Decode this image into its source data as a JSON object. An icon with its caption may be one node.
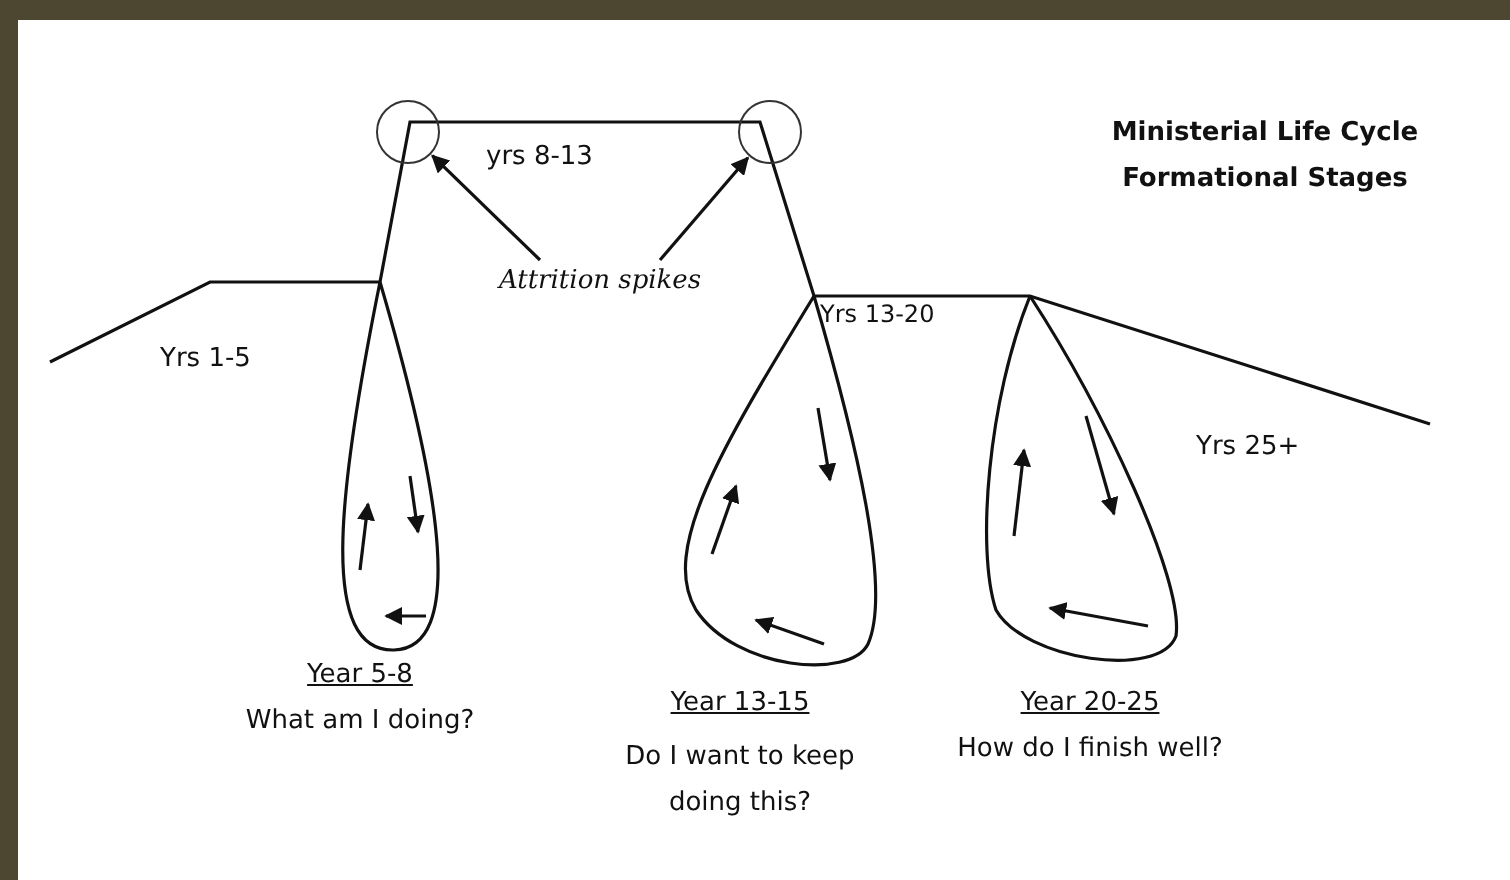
{
  "diagram": {
    "title": "Ministerial Life Cycle Formational Stages",
    "nodes": [
      {
        "text": [
          "Attrition spikes"
        ]
      },
      {
        "text": [],
        "shape": "circle"
      },
      {
        "text": [],
        "shape": "circle"
      }
    ],
    "edges": [
      {
        "from": 0,
        "to": 1,
        "arrow": "to"
      },
      {
        "from": 0,
        "to": 2,
        "arrow": "to"
      }
    ],
    "labels": [
      "yrs 8-13",
      "Yrs 1-5",
      "Yrs 13-20",
      "Yrs 25+",
      "Year 5-8",
      "What am I doing?",
      "Year 13-15",
      "Do I want to keep doing this?",
      "Year 20-25",
      "How do I finish well?"
    ]
  }
}
